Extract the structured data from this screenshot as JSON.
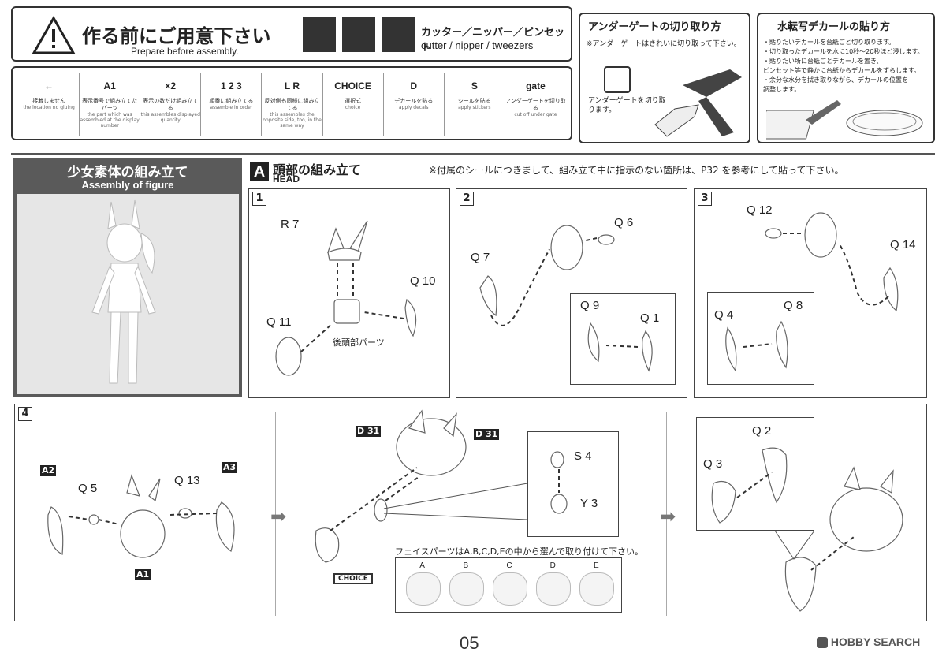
{
  "prepare": {
    "title_jp": "作る前にご用意下さい",
    "title_en": "Prepare before assembly.",
    "tools_jp": "カッター／ニッパー／ピンセット",
    "tools_en": "cutter / nipper / tweezers"
  },
  "legend": [
    {
      "symbol": "←",
      "jp": "接着しません",
      "en": "the location no gluing"
    },
    {
      "symbol": "A1",
      "jp": "表示番号で組み立てたパーツ",
      "en": "the part which was assembled at the display number"
    },
    {
      "symbol": "×2",
      "jp": "表示の数だけ組み立てる",
      "en": "this assembles displayed quantity"
    },
    {
      "symbol": "1 2 3",
      "jp": "順番に組み立てる",
      "en": "assemble in order"
    },
    {
      "symbol": "L R",
      "jp": "反対側も同様に組み立てる",
      "en": "this assembles the opposite side, too, in the same way"
    },
    {
      "symbol": "CHOICE",
      "jp": "選択式",
      "en": "choice"
    },
    {
      "symbol": "D",
      "jp": "デカールを貼る",
      "en": "apply decals"
    },
    {
      "symbol": "S",
      "jp": "シールを貼る",
      "en": "apply stickers"
    },
    {
      "symbol": "gate",
      "jp": "アンダーゲートを切り取る",
      "en": "cut off under gate"
    }
  ],
  "undergate": {
    "title": "アンダーゲートの切り取り方",
    "note": "※アンダーゲートはきれいに切り取って下さい。",
    "caption": "アンダーゲートを切り取ります。"
  },
  "decal": {
    "title": "水転写デカールの貼り方",
    "steps": [
      "・貼りたいデカールを台紙ごと切り取ります。",
      "・切り取ったデカールを水に10秒〜20秒ほど浸します。",
      "・貼りたい所に台紙ごとデカールを置き、",
      "ピンセット等で静かに台紙からデカールをずらします。",
      "・余分な水分を拭き取りながら、デカールの位置を",
      "調整します。"
    ]
  },
  "figure": {
    "title_jp": "少女素体の組み立て",
    "title_en": "Assembly of figure"
  },
  "head": {
    "letter": "A",
    "title_jp": "頭部の組み立て",
    "title_en": "HEAD",
    "note": "※付属のシールにつきまして、組み立て中に指示のない箇所は、P32 を参考にして貼って下さい。"
  },
  "step1": {
    "num": "1",
    "r7": "R 7",
    "q10": "Q 10",
    "q11": "Q 11",
    "rear": "後頭部パーツ"
  },
  "step2": {
    "num": "2",
    "q6": "Q 6",
    "q7": "Q 7",
    "q9": "Q 9",
    "q1": "Q 1"
  },
  "step3": {
    "num": "3",
    "q12": "Q 12",
    "q14": "Q 14",
    "q4": "Q 4",
    "q8": "Q 8"
  },
  "step4": {
    "num": "4",
    "a2": "A2",
    "q5": "Q 5",
    "q13": "Q 13",
    "a3": "A3",
    "a1": "A1",
    "d31a": "D 31",
    "d31b": "D 31",
    "s4": "S 4",
    "y3": "Y 3",
    "face_note": "フェイスパーツはA,B,C,D,Eの中から選んで取り付けて下さい。",
    "faces": [
      "A",
      "B",
      "C",
      "D",
      "E"
    ],
    "choice": "CHOICE",
    "q2": "Q 2",
    "q3": "Q 3"
  },
  "footer": {
    "page": "05",
    "brand": "HOBBY SEARCH"
  }
}
